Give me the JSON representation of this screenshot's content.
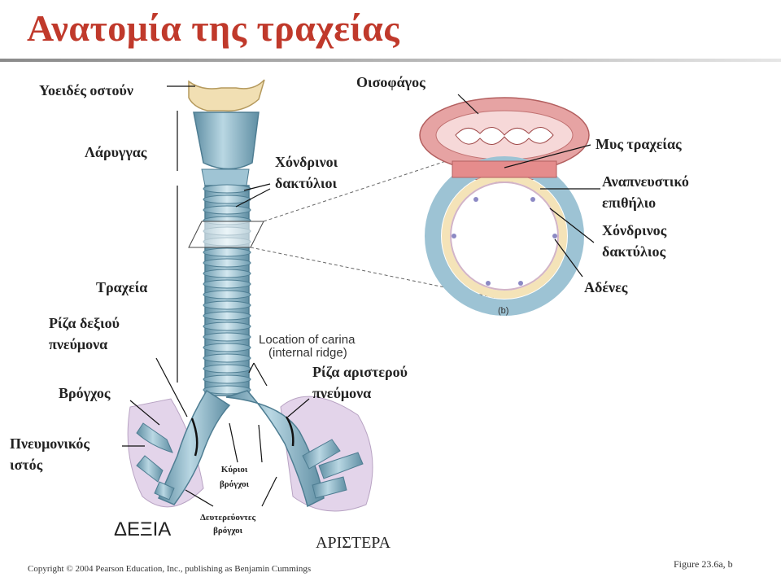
{
  "title": "Ανατομία της τραχείας",
  "labels": {
    "hyoid": "Υοειδές οστούν",
    "larynx": "Λάρυγγας",
    "cartilage_rings": [
      "Χόνδρινοι",
      "δακτύλιοι"
    ],
    "trachea": "Τραχεία",
    "right_root": [
      "Ρίζα δεξιού",
      "πνεύμονα"
    ],
    "bronchus": "Βρόγχος",
    "lung_tissue": [
      "Πνευμονικός",
      "ιστός"
    ],
    "main_bronchi": [
      "Κύριοι",
      "βρόγχοι"
    ],
    "secondary_bronchi": [
      "Δευτερεύοντες",
      "βρόγχοι"
    ],
    "left_root": [
      "Ρίζα αριστερού",
      "πνεύμονα"
    ],
    "right_side": "ΔΕΞΙΑ",
    "left_side": "ΑΡΙΣΤΕΡΑ",
    "esophagus": "Οισοφάγος",
    "trachealis_muscle": "Μυς τραχείας",
    "resp_epithelium": [
      "Αναπνευστικό",
      "επιθήλιο"
    ],
    "cartilage_ring": [
      "Χόνδρινος",
      "δακτύλιος"
    ],
    "glands": "Αδένες",
    "carina": [
      "Location of carina",
      "(internal ridge)"
    ],
    "panel_b": "(b)"
  },
  "copyright": "Copyright © 2004 Pearson Education, Inc., publishing as Benjamin Cummings",
  "figure": "Figure 23.6a, b",
  "colors": {
    "title": "#c0392b",
    "cartilage": "#8fb8cc",
    "esophagus": "#e8a0a0",
    "lung": "#d9c8e0"
  }
}
